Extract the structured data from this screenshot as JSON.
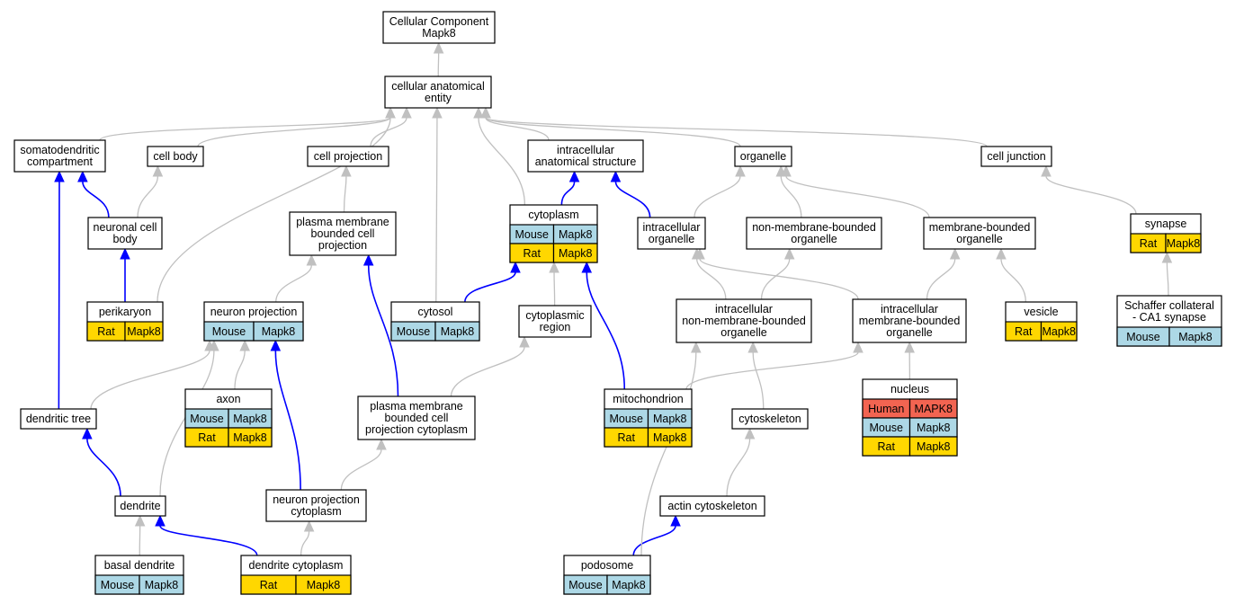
{
  "colors": {
    "mouse": "#add8e6",
    "rat": "#ffd700",
    "human": "#f26451",
    "is_a_edge": "#c0c0c0",
    "part_of_edge": "#0000ff"
  },
  "nodes": [
    {
      "id": "root",
      "lines": [
        "Cellular Component",
        "Mapk8"
      ],
      "cells": []
    },
    {
      "id": "cae",
      "lines": [
        "cellular anatomical",
        "entity"
      ],
      "cells": []
    },
    {
      "id": "somato",
      "lines": [
        "somatodendritic",
        "compartment"
      ],
      "cells": []
    },
    {
      "id": "cellbody",
      "lines": [
        "cell body"
      ],
      "cells": []
    },
    {
      "id": "cellproj",
      "lines": [
        "cell projection"
      ],
      "cells": []
    },
    {
      "id": "ias",
      "lines": [
        "intracellular",
        "anatomical structure"
      ],
      "cells": []
    },
    {
      "id": "organelle",
      "lines": [
        "organelle"
      ],
      "cells": []
    },
    {
      "id": "celljunction",
      "lines": [
        "cell junction"
      ],
      "cells": []
    },
    {
      "id": "ncb",
      "lines": [
        "neuronal cell",
        "body"
      ],
      "cells": []
    },
    {
      "id": "pmbcp",
      "lines": [
        "plasma membrane",
        "bounded cell",
        "projection"
      ],
      "cells": []
    },
    {
      "id": "cytoplasm",
      "lines": [
        "cytoplasm"
      ],
      "cells": [
        [
          [
            "Mouse",
            "mouse"
          ],
          [
            "Mapk8",
            "mouse"
          ]
        ],
        [
          [
            "Rat",
            "rat"
          ],
          [
            "Mapk8",
            "rat"
          ]
        ]
      ]
    },
    {
      "id": "io",
      "lines": [
        "intracellular",
        "organelle"
      ],
      "cells": []
    },
    {
      "id": "nmbo",
      "lines": [
        "non-membrane-bounded",
        "organelle"
      ],
      "cells": []
    },
    {
      "id": "mbo",
      "lines": [
        "membrane-bounded",
        "organelle"
      ],
      "cells": []
    },
    {
      "id": "synapse",
      "lines": [
        "synapse"
      ],
      "cells": [
        [
          [
            "Rat",
            "rat"
          ],
          [
            "Mapk8",
            "rat"
          ]
        ]
      ]
    },
    {
      "id": "perikaryon",
      "lines": [
        "perikaryon"
      ],
      "cells": [
        [
          [
            "Rat",
            "rat"
          ],
          [
            "Mapk8",
            "rat"
          ]
        ]
      ]
    },
    {
      "id": "neuronproj",
      "lines": [
        "neuron projection"
      ],
      "cells": [
        [
          [
            "Mouse",
            "mouse"
          ],
          [
            "Mapk8",
            "mouse"
          ]
        ]
      ]
    },
    {
      "id": "cytosol",
      "lines": [
        "cytosol"
      ],
      "cells": [
        [
          [
            "Mouse",
            "mouse"
          ],
          [
            "Mapk8",
            "mouse"
          ]
        ]
      ]
    },
    {
      "id": "cytoregion",
      "lines": [
        "cytoplasmic",
        "region"
      ],
      "cells": []
    },
    {
      "id": "inmbo",
      "lines": [
        "intracellular",
        "non-membrane-bounded",
        "organelle"
      ],
      "cells": []
    },
    {
      "id": "imbo",
      "lines": [
        "intracellular",
        "membrane-bounded",
        "organelle"
      ],
      "cells": []
    },
    {
      "id": "vesicle",
      "lines": [
        "vesicle"
      ],
      "cells": [
        [
          [
            "Rat",
            "rat"
          ],
          [
            "Mapk8",
            "rat"
          ]
        ]
      ]
    },
    {
      "id": "schaffer",
      "lines": [
        "Schaffer collateral",
        "- CA1 synapse"
      ],
      "cells": [
        [
          [
            "Mouse",
            "mouse"
          ],
          [
            "Mapk8",
            "mouse"
          ]
        ]
      ]
    },
    {
      "id": "axon",
      "lines": [
        "axon"
      ],
      "cells": [
        [
          [
            "Mouse",
            "mouse"
          ],
          [
            "Mapk8",
            "mouse"
          ]
        ],
        [
          [
            "Rat",
            "rat"
          ],
          [
            "Mapk8",
            "rat"
          ]
        ]
      ]
    },
    {
      "id": "dendtree",
      "lines": [
        "dendritic tree"
      ],
      "cells": []
    },
    {
      "id": "pmbcpc",
      "lines": [
        "plasma membrane",
        "bounded cell",
        "projection cytoplasm"
      ],
      "cells": []
    },
    {
      "id": "mito",
      "lines": [
        "mitochondrion"
      ],
      "cells": [
        [
          [
            "Mouse",
            "mouse"
          ],
          [
            "Mapk8",
            "mouse"
          ]
        ],
        [
          [
            "Rat",
            "rat"
          ],
          [
            "Mapk8",
            "rat"
          ]
        ]
      ]
    },
    {
      "id": "cytoskel",
      "lines": [
        "cytoskeleton"
      ],
      "cells": []
    },
    {
      "id": "nucleus",
      "lines": [
        "nucleus"
      ],
      "cells": [
        [
          [
            "Human",
            "human"
          ],
          [
            "MAPK8",
            "human"
          ]
        ],
        [
          [
            "Mouse",
            "mouse"
          ],
          [
            "Mapk8",
            "mouse"
          ]
        ],
        [
          [
            "Rat",
            "rat"
          ],
          [
            "Mapk8",
            "rat"
          ]
        ]
      ]
    },
    {
      "id": "dendrite",
      "lines": [
        "dendrite"
      ],
      "cells": []
    },
    {
      "id": "npc",
      "lines": [
        "neuron projection",
        "cytoplasm"
      ],
      "cells": []
    },
    {
      "id": "actin",
      "lines": [
        "actin cytoskeleton"
      ],
      "cells": []
    },
    {
      "id": "basaldend",
      "lines": [
        "basal dendrite"
      ],
      "cells": [
        [
          [
            "Mouse",
            "mouse"
          ],
          [
            "Mapk8",
            "mouse"
          ]
        ]
      ]
    },
    {
      "id": "dendcyto",
      "lines": [
        "dendrite cytoplasm"
      ],
      "cells": [
        [
          [
            "Rat",
            "rat"
          ],
          [
            "Mapk8",
            "rat"
          ]
        ]
      ]
    },
    {
      "id": "podosome",
      "lines": [
        "podosome"
      ],
      "cells": [
        [
          [
            "Mouse",
            "mouse"
          ],
          [
            "Mapk8",
            "mouse"
          ]
        ]
      ]
    }
  ],
  "edges": [
    {
      "from": "cae",
      "to": "root",
      "type": "is_a"
    },
    {
      "from": "somato",
      "to": "cae",
      "type": "is_a"
    },
    {
      "from": "cellbody",
      "to": "cae",
      "type": "is_a"
    },
    {
      "from": "cellproj",
      "to": "cae",
      "type": "is_a"
    },
    {
      "from": "ias",
      "to": "cae",
      "type": "is_a"
    },
    {
      "from": "organelle",
      "to": "cae",
      "type": "is_a"
    },
    {
      "from": "celljunction",
      "to": "cae",
      "type": "is_a"
    },
    {
      "from": "ncb",
      "to": "cellbody",
      "type": "is_a"
    },
    {
      "from": "ncb",
      "to": "somato",
      "type": "part_of"
    },
    {
      "from": "perikaryon",
      "to": "ncb",
      "type": "part_of"
    },
    {
      "from": "perikaryon",
      "to": "cae",
      "type": "is_a"
    },
    {
      "from": "pmbcp",
      "to": "cellproj",
      "type": "is_a"
    },
    {
      "from": "neuronproj",
      "to": "pmbcp",
      "type": "is_a"
    },
    {
      "from": "cytosol",
      "to": "cae",
      "type": "is_a"
    },
    {
      "from": "cytosol",
      "to": "cytoplasm",
      "type": "part_of"
    },
    {
      "from": "cytoplasm",
      "to": "cae",
      "type": "is_a"
    },
    {
      "from": "cytoplasm",
      "to": "ias",
      "type": "part_of"
    },
    {
      "from": "cytoregion",
      "to": "cytoplasm",
      "type": "is_a"
    },
    {
      "from": "io",
      "to": "organelle",
      "type": "is_a"
    },
    {
      "from": "io",
      "to": "ias",
      "type": "part_of"
    },
    {
      "from": "nmbo",
      "to": "organelle",
      "type": "is_a"
    },
    {
      "from": "mbo",
      "to": "organelle",
      "type": "is_a"
    },
    {
      "from": "synapse",
      "to": "celljunction",
      "type": "is_a"
    },
    {
      "from": "inmbo",
      "to": "io",
      "type": "is_a"
    },
    {
      "from": "inmbo",
      "to": "nmbo",
      "type": "is_a"
    },
    {
      "from": "imbo",
      "to": "io",
      "type": "is_a"
    },
    {
      "from": "imbo",
      "to": "mbo",
      "type": "is_a"
    },
    {
      "from": "vesicle",
      "to": "mbo",
      "type": "is_a"
    },
    {
      "from": "schaffer",
      "to": "synapse",
      "type": "is_a"
    },
    {
      "from": "axon",
      "to": "neuronproj",
      "type": "is_a"
    },
    {
      "from": "dendtree",
      "to": "somato",
      "type": "part_of"
    },
    {
      "from": "dendtree",
      "to": "neuronproj",
      "type": "is_a"
    },
    {
      "from": "pmbcpc",
      "to": "pmbcp",
      "type": "part_of"
    },
    {
      "from": "pmbcpc",
      "to": "cytoregion",
      "type": "is_a"
    },
    {
      "from": "mito",
      "to": "cytoplasm",
      "type": "part_of"
    },
    {
      "from": "mito",
      "to": "imbo",
      "type": "is_a"
    },
    {
      "from": "cytoskel",
      "to": "inmbo",
      "type": "is_a"
    },
    {
      "from": "nucleus",
      "to": "imbo",
      "type": "is_a"
    },
    {
      "from": "dendrite",
      "to": "dendtree",
      "type": "part_of"
    },
    {
      "from": "dendrite",
      "to": "neuronproj",
      "type": "is_a"
    },
    {
      "from": "npc",
      "to": "pmbcpc",
      "type": "is_a"
    },
    {
      "from": "npc",
      "to": "neuronproj",
      "type": "part_of"
    },
    {
      "from": "actin",
      "to": "cytoskel",
      "type": "is_a"
    },
    {
      "from": "basaldend",
      "to": "dendrite",
      "type": "is_a"
    },
    {
      "from": "dendcyto",
      "to": "npc",
      "type": "is_a"
    },
    {
      "from": "dendcyto",
      "to": "dendrite",
      "type": "part_of"
    },
    {
      "from": "podosome",
      "to": "actin",
      "type": "part_of"
    },
    {
      "from": "podosome",
      "to": "inmbo",
      "type": "is_a"
    }
  ]
}
